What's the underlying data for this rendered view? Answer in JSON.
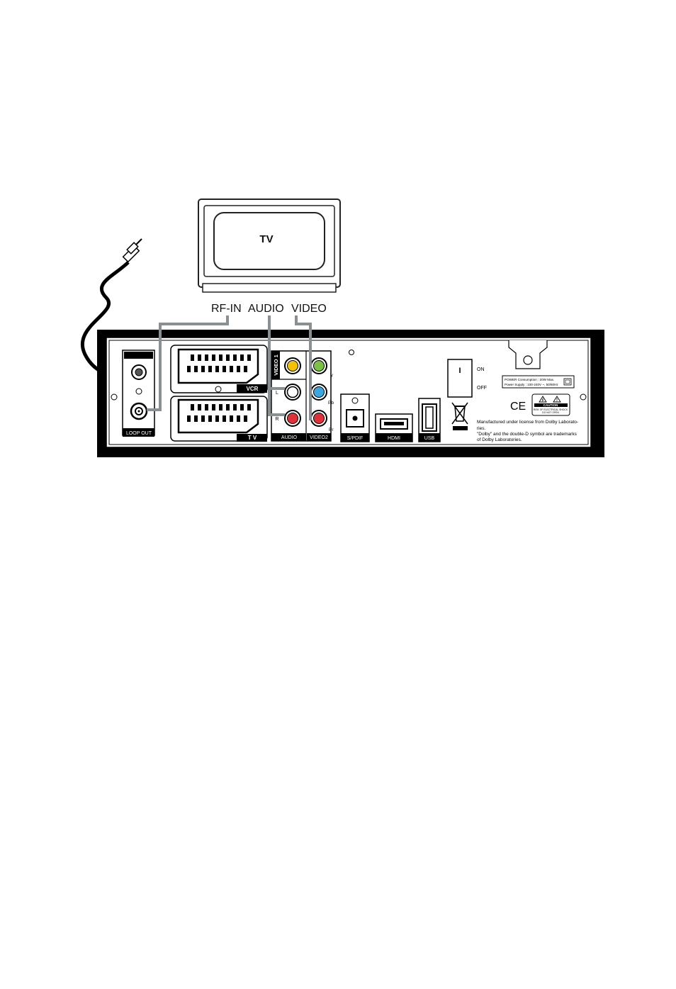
{
  "tv": {
    "label": "TV"
  },
  "cable_labels": {
    "rf_in": "RF-IN",
    "audio": "AUDIO",
    "video": "VIDEO"
  },
  "panel": {
    "loop_out": "LOOP OUT",
    "scart_vcr": "VCR",
    "scart_tv": "T V",
    "video1": "VIDEO 1",
    "audio": "AUDIO",
    "video2": "VIDEO2",
    "component_y": "Y",
    "component_pb": "Pb",
    "component_pr": "Pr",
    "audio_l": "L",
    "audio_r": "R",
    "spdif": "S/PDIF",
    "hdmi": "HDMI",
    "usb": "USB",
    "power_on_symbol": "I",
    "power_on": "ON",
    "power_off": "OFF",
    "power_consumption": "POWER Consumption : 20W Max.",
    "power_supply": "Power Supply : 100-240V ~, 50/60Hz",
    "ce_mark": "CE",
    "caution": "CAUTION",
    "caution_line1": "RISK OF ELECTRICAL SHOCK",
    "caution_line2": "DO NOT OPEN",
    "dolby_line1": "Manufactured under license from Dolby Laborato-",
    "dolby_line2": "ries.",
    "dolby_line3": "\"Dolby\" and the double-D symbol are trademarks",
    "dolby_line4": "of Dolby Laboratories."
  },
  "colors": {
    "cable_gray": "#8a8f92",
    "rca_yellow": "#f2c200",
    "rca_green": "#7bc142",
    "rca_blue": "#3aa7e0",
    "rca_red": "#e0303a",
    "chassis": "#000000"
  }
}
